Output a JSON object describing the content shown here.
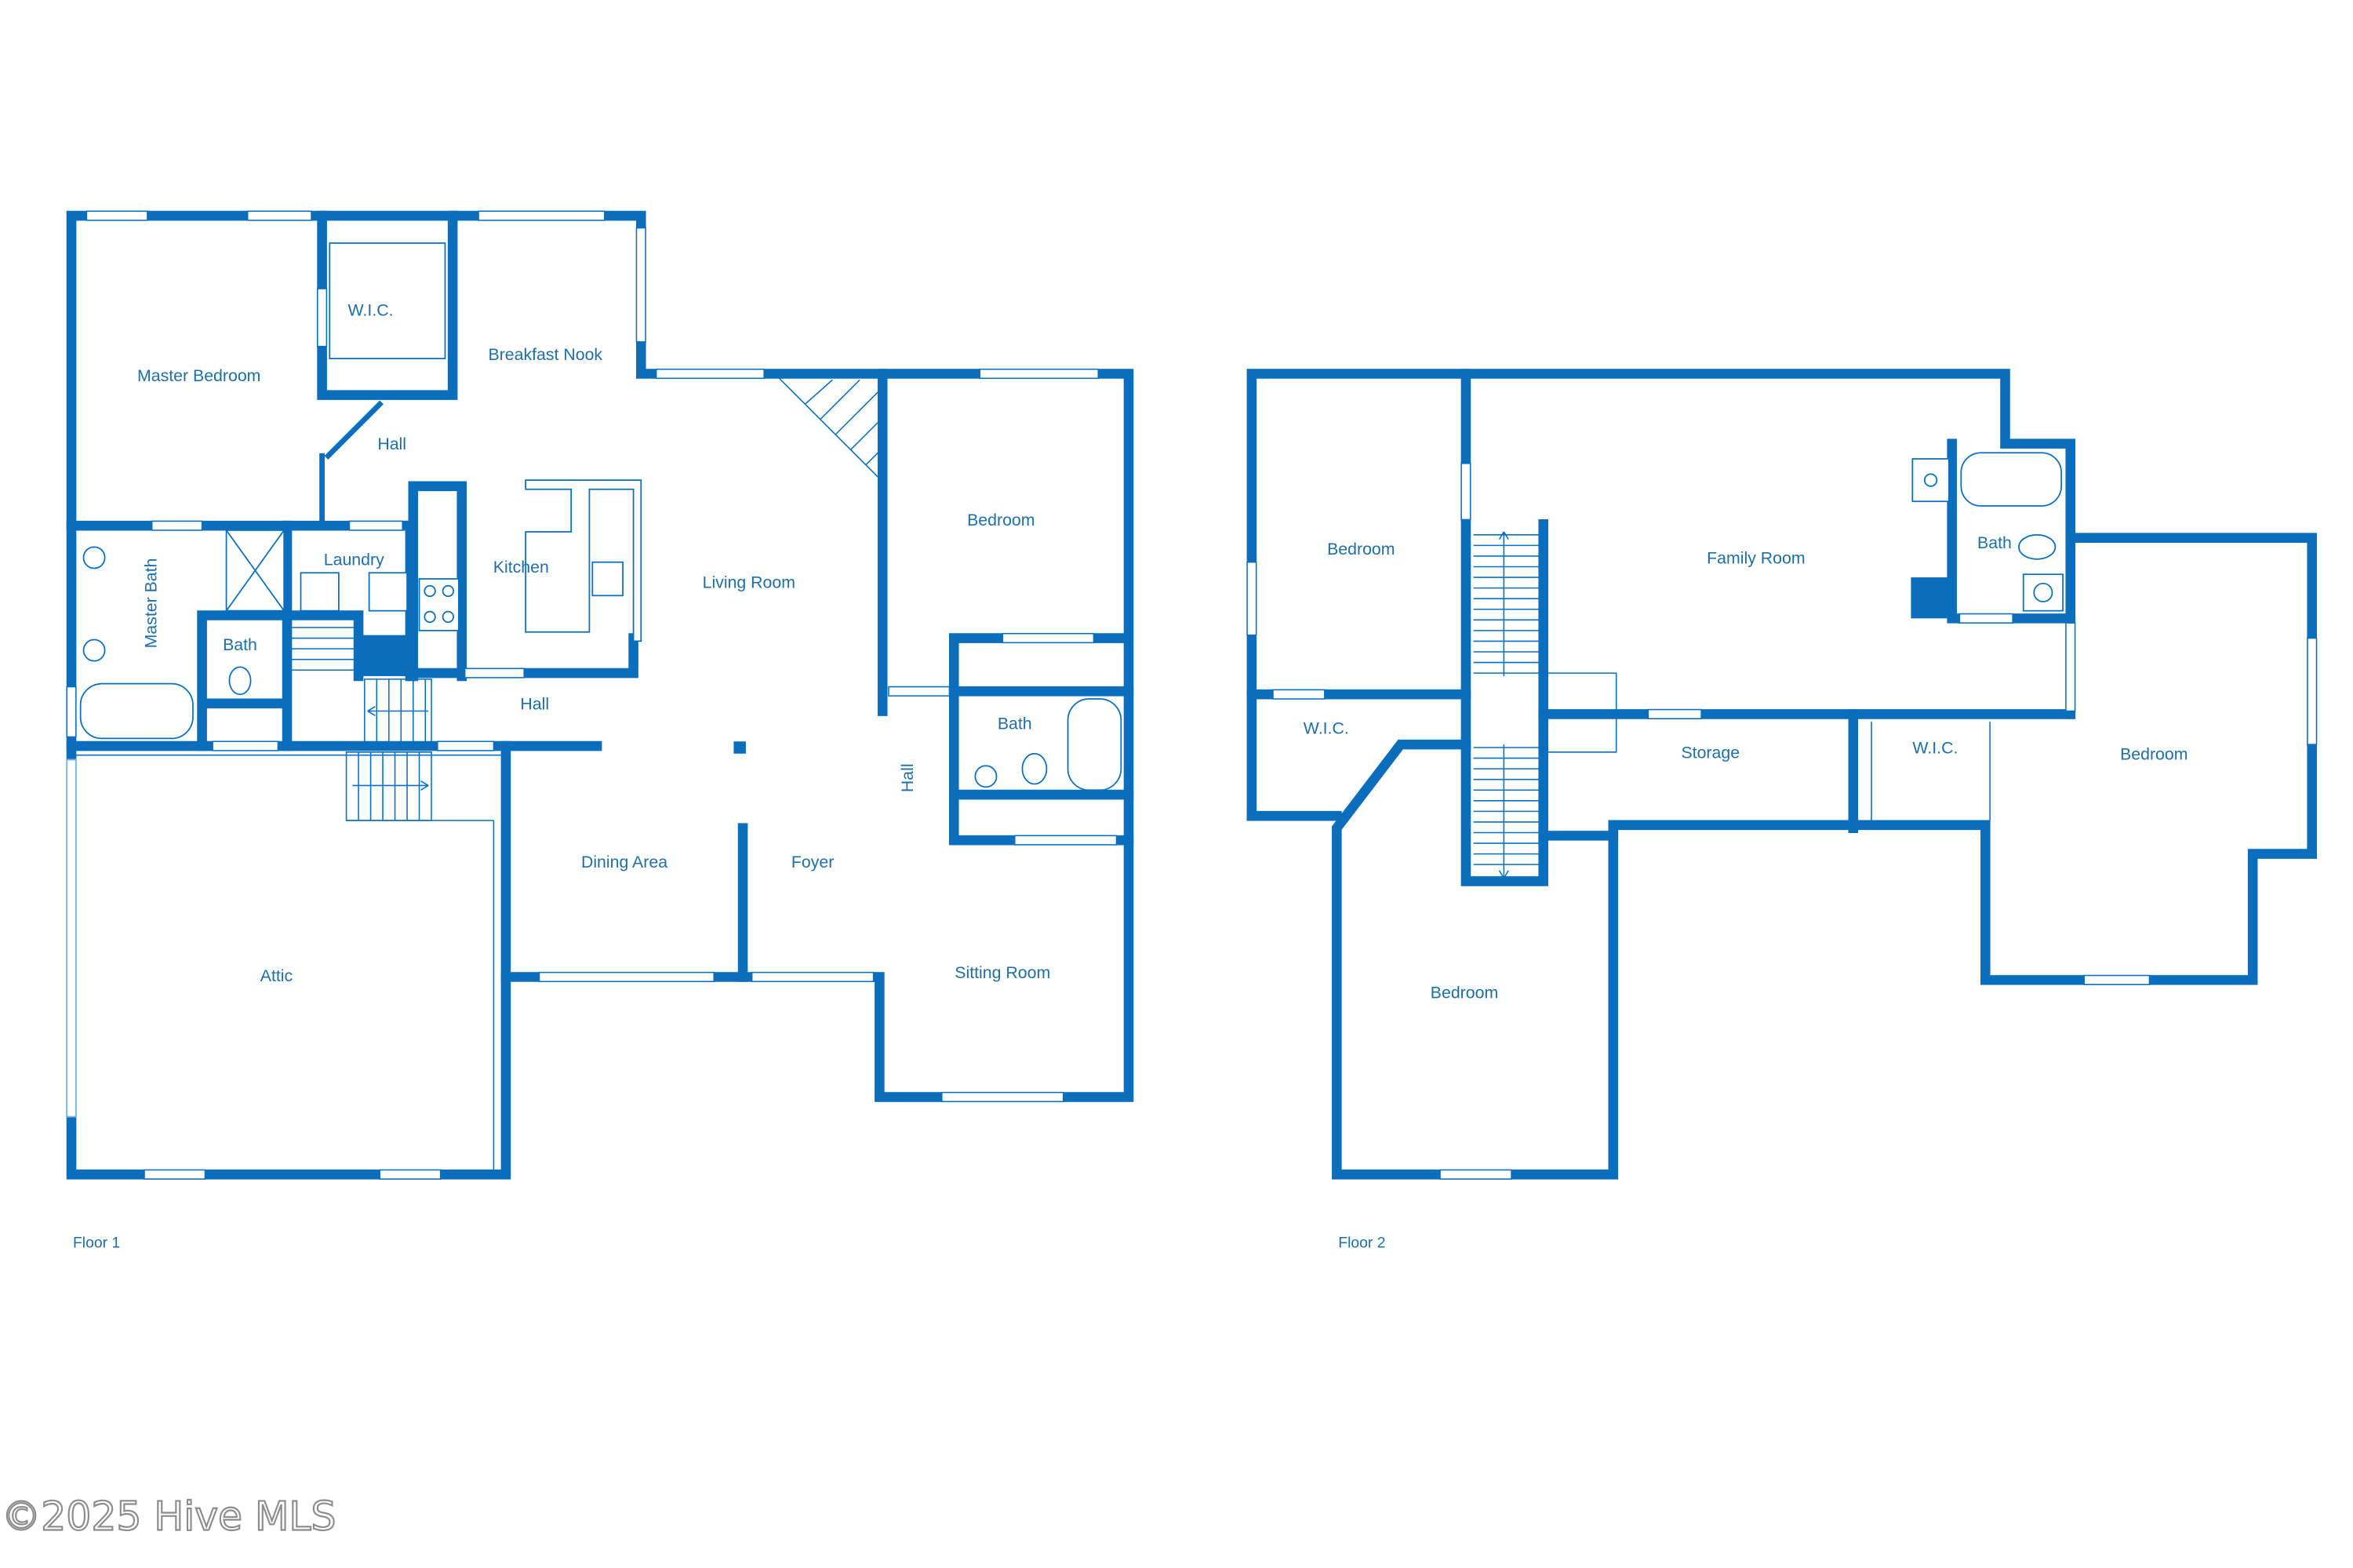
{
  "colors": {
    "wall": "#0A6EBD",
    "label": "#1F6FA6",
    "background": "#FFFFFF",
    "watermark": "#8C8C8C"
  },
  "floor1": {
    "label": "Floor 1",
    "rooms": [
      {
        "name": "Master Bedroom"
      },
      {
        "name": "W.I.C."
      },
      {
        "name": "Breakfast Nook"
      },
      {
        "name": "Hall"
      },
      {
        "name": "Master Bath"
      },
      {
        "name": "Laundry"
      },
      {
        "name": "Kitchen"
      },
      {
        "name": "Living Room"
      },
      {
        "name": "Bedroom"
      },
      {
        "name": "Bath"
      },
      {
        "name": "Hall"
      },
      {
        "name": "Bath"
      },
      {
        "name": "Hall"
      },
      {
        "name": "Dining Area"
      },
      {
        "name": "Foyer"
      },
      {
        "name": "Attic"
      },
      {
        "name": "Sitting Room"
      }
    ]
  },
  "floor2": {
    "label": "Floor 2",
    "rooms": [
      {
        "name": "Bedroom"
      },
      {
        "name": "Family Room"
      },
      {
        "name": "Bath"
      },
      {
        "name": "W.I.C."
      },
      {
        "name": "Storage"
      },
      {
        "name": "W.I.C."
      },
      {
        "name": "Bedroom"
      },
      {
        "name": "Bedroom"
      }
    ]
  },
  "watermark": "©2025 Hive MLS"
}
